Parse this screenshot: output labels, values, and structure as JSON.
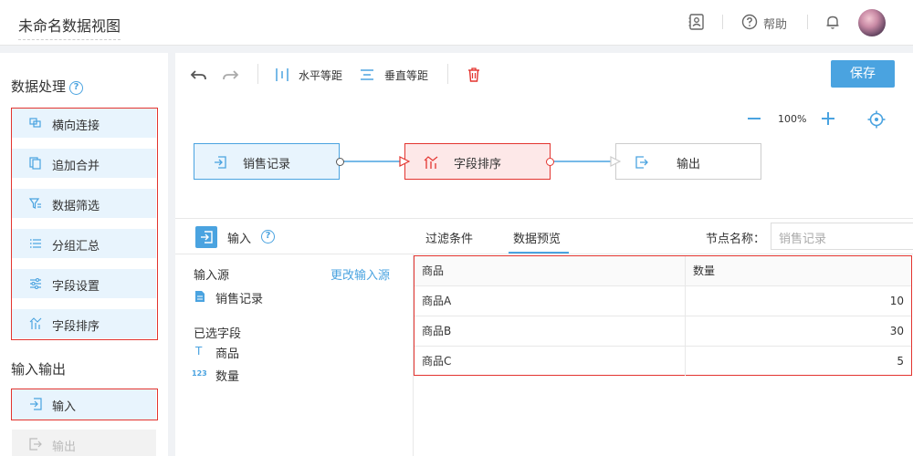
{
  "header": {
    "title": "未命名数据视图",
    "help_label": "帮助"
  },
  "sidebar": {
    "processing_title": "数据处理",
    "processing_items": [
      {
        "label": "横向连接",
        "icon": "join-icon"
      },
      {
        "label": "追加合并",
        "icon": "append-icon"
      },
      {
        "label": "数据筛选",
        "icon": "filter-icon"
      },
      {
        "label": "分组汇总",
        "icon": "group-icon"
      },
      {
        "label": "字段设置",
        "icon": "settings-icon"
      },
      {
        "label": "字段排序",
        "icon": "sort-icon"
      }
    ],
    "io_title": "输入输出",
    "io_items": [
      {
        "label": "输入",
        "icon": "input-icon"
      },
      {
        "label": "输出",
        "icon": "output-icon"
      }
    ]
  },
  "toolbar": {
    "h_spacing_label": "水平等距",
    "v_spacing_label": "垂直等距",
    "save_label": "保存"
  },
  "canvas": {
    "zoom": "100%",
    "nodes": [
      {
        "label": "销售记录"
      },
      {
        "label": "字段排序"
      },
      {
        "label": "输出"
      }
    ]
  },
  "panel": {
    "title": "输入",
    "source_label": "输入源",
    "change_source_label": "更改输入源",
    "source_name": "销售记录",
    "selected_fields_label": "已选字段",
    "fields": [
      {
        "type_glyph": "T",
        "name": "商品"
      },
      {
        "type_glyph": "123",
        "name": "数量"
      }
    ],
    "tabs": [
      {
        "label": "过滤条件"
      },
      {
        "label": "数据预览"
      }
    ],
    "node_name_label": "节点名称：",
    "node_name_placeholder": "销售记录"
  },
  "preview_table": {
    "columns": [
      "商品",
      "数量"
    ],
    "rows": [
      [
        "商品A",
        "10"
      ],
      [
        "商品B",
        "30"
      ],
      [
        "商品C",
        "5"
      ]
    ]
  },
  "colors": {
    "accent": "#4aa3e0",
    "highlight_border": "#e3342f",
    "item_bg": "#e8f4fd",
    "delete": "#e3342f"
  }
}
